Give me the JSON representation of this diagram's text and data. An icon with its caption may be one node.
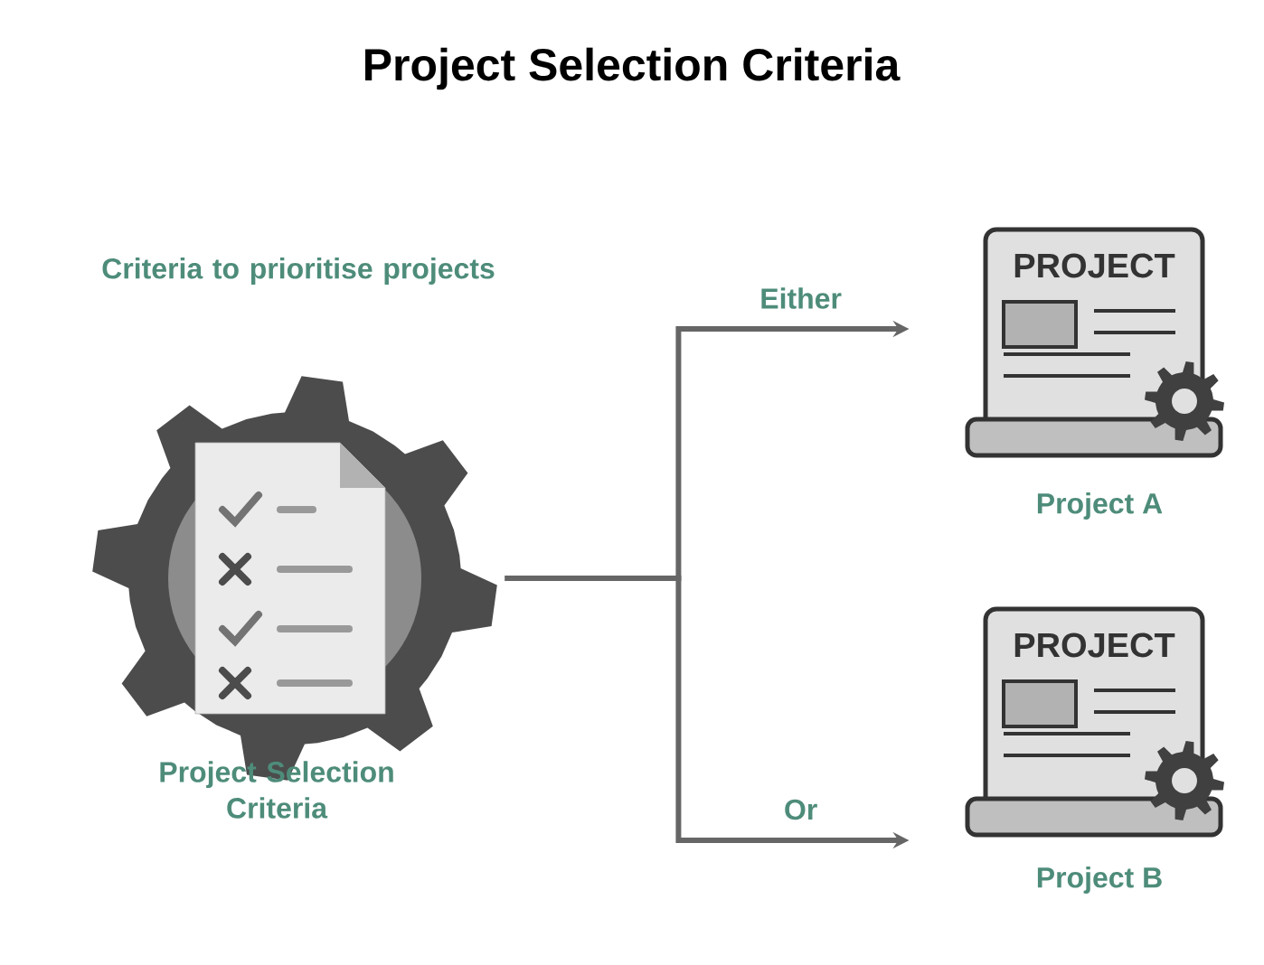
{
  "diagram": {
    "title": "Project Selection Criteria",
    "nodes": [
      {
        "text": [
          "Criteria to prioritise projects",
          "Project Selection Criteria"
        ]
      },
      {
        "text": [
          "PROJECT",
          "Project A"
        ]
      },
      {
        "text": [
          "PROJECT",
          "Project B"
        ]
      }
    ],
    "edges": [
      {
        "from": 0,
        "to": 1,
        "arrow": "to",
        "label": "Either"
      },
      {
        "from": 0,
        "to": 2,
        "arrow": "to",
        "label": "Or"
      }
    ]
  }
}
